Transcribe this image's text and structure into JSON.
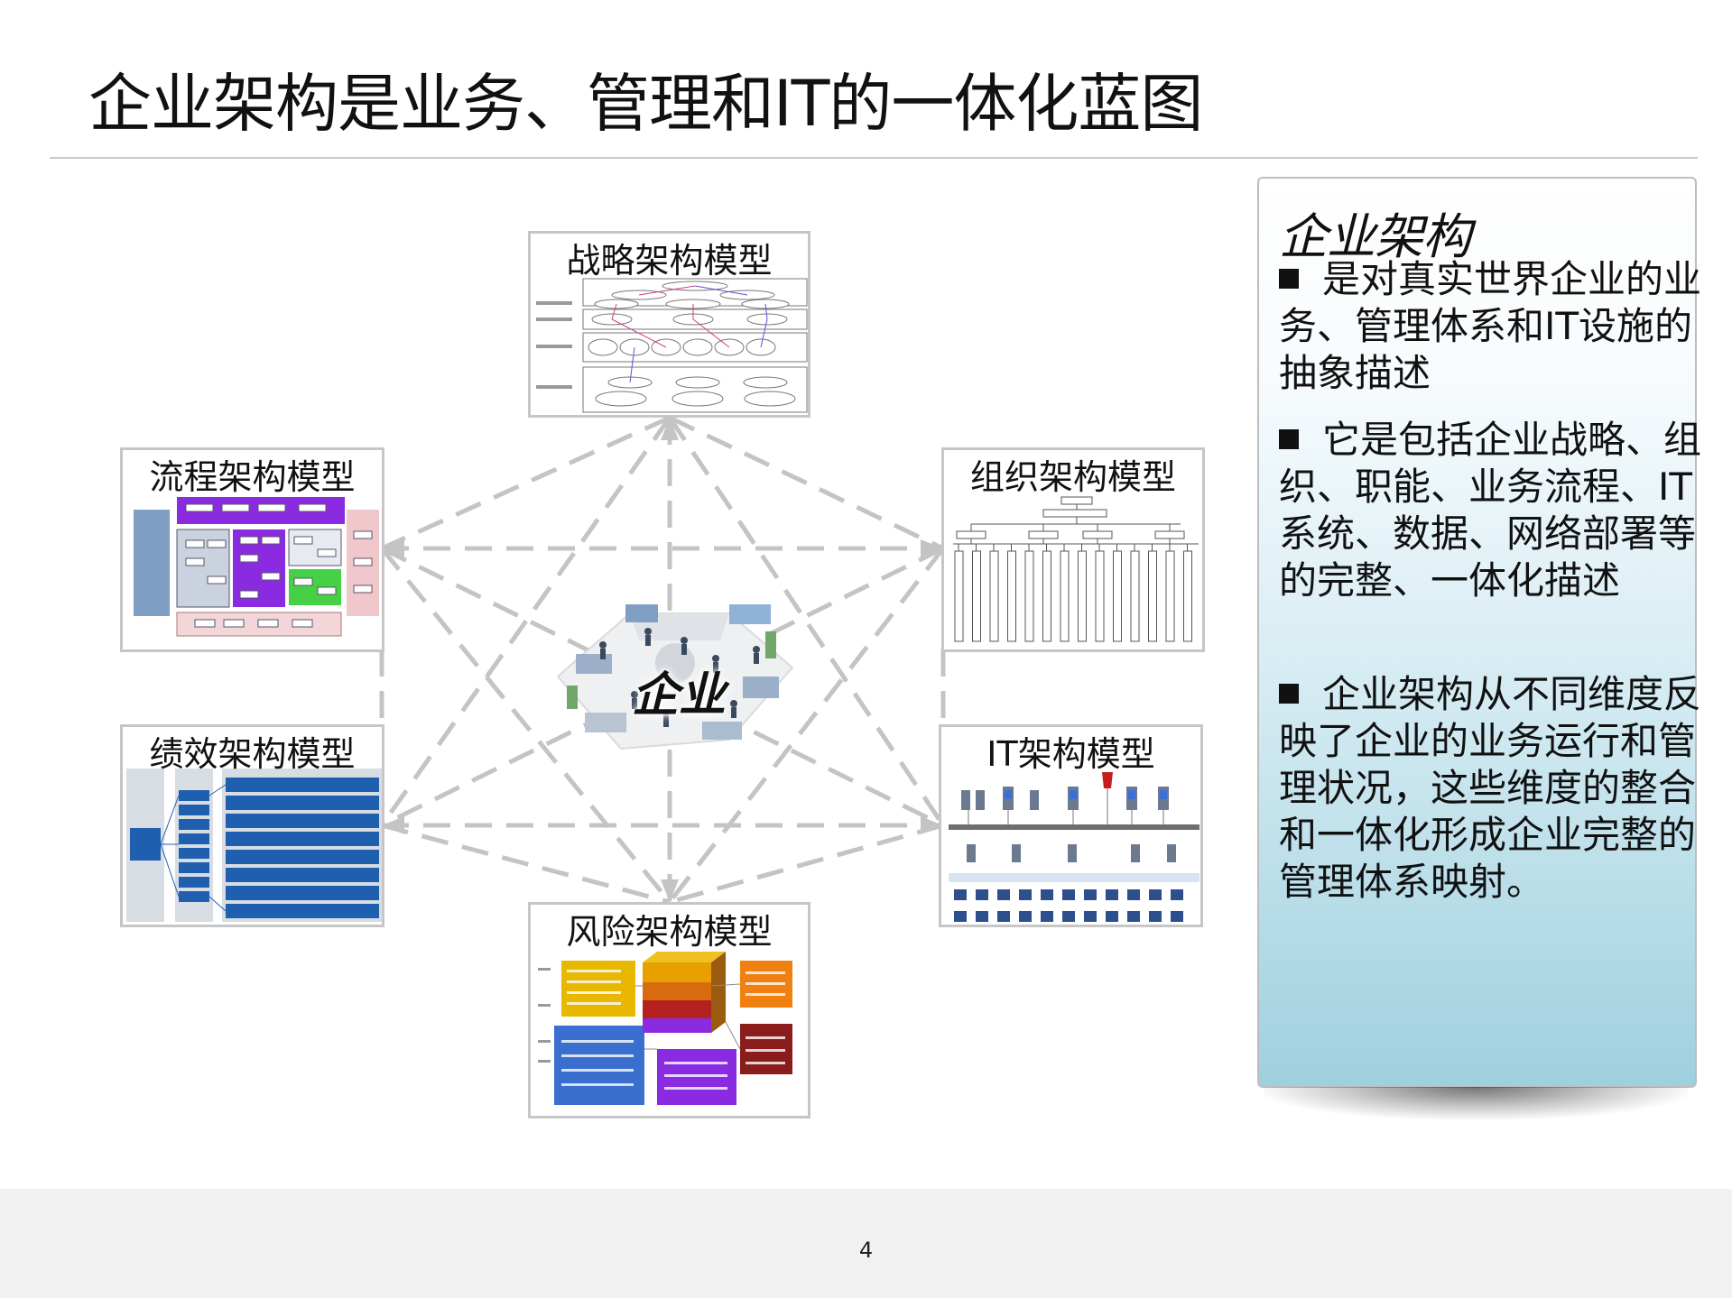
{
  "slide": {
    "title": "企业架构是业务、管理和IT的一体化蓝图",
    "page_number": "4"
  },
  "center": {
    "label": "企业"
  },
  "models": {
    "strategy": {
      "title": "战略架构模型"
    },
    "process": {
      "title": "流程架构模型"
    },
    "organization": {
      "title": "组织架构模型"
    },
    "performance": {
      "title": "绩效架构模型"
    },
    "it": {
      "title": "IT架构模型"
    },
    "risk": {
      "title": "风险架构模型"
    }
  },
  "panel": {
    "heading": "企业架构",
    "bullets": [
      {
        "text": "是对真实世界企业的业务、管理体系和IT设施的抽象描述"
      },
      {
        "text": "它是包括企业战略、组织、职能、业务流程、IT系统、数据、网络部署等的完整、一体化描述"
      },
      {
        "text": "企业架构从不同维度反映了企业的业务运行和管理状况，这些维度的整合和一体化形成企业完整的管理体系映射。"
      }
    ]
  },
  "colors": {
    "dashed_line": "#c4c4c4",
    "panel_gradient_bottom": "#9fd0e0",
    "process_purple": "#8a2be2",
    "performance_blue": "#1f5fb0",
    "risk_yellow": "#e8b800"
  }
}
